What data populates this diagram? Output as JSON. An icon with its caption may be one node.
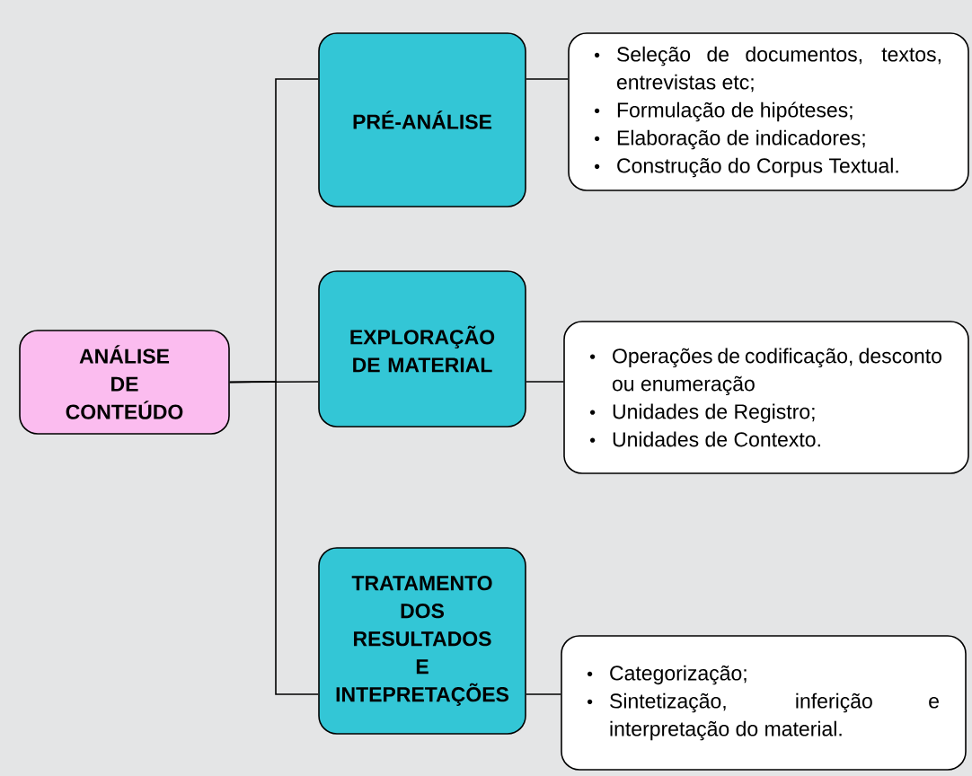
{
  "diagram": {
    "nodes": [
      {
        "text": [
          "ANÁLISE DE CONTEÚDO"
        ]
      },
      {
        "text": [
          "PRÉ-ANÁLISE"
        ]
      },
      {
        "text": [
          "Seleção de documentos, textos, entrevistas etc;",
          "Formulação de hipóteses;",
          "Elaboração de indicadores;",
          "Construção do Corpus Textual."
        ]
      },
      {
        "text": [
          "EXPLORAÇÃO DE MATERIAL"
        ]
      },
      {
        "text": [
          "Operações de codificação, desconto ou enumeração",
          "Unidades de Registro;",
          "Unidades de Contexto."
        ]
      },
      {
        "text": [
          "TRATAMENTO DOS RESULTADOS E INTEPRETAÇÕES"
        ]
      },
      {
        "text": [
          "Categorização;",
          "Sintetização, inferição e interpretação do material."
        ]
      }
    ],
    "edges": [
      {
        "from": 0,
        "to": 1,
        "arrow": "none"
      },
      {
        "from": 0,
        "to": 3,
        "arrow": "none"
      },
      {
        "from": 0,
        "to": 5,
        "arrow": "none"
      },
      {
        "from": 1,
        "to": 2,
        "arrow": "none"
      },
      {
        "from": 3,
        "to": 4,
        "arrow": "none"
      },
      {
        "from": 5,
        "to": 6,
        "arrow": "none"
      }
    ]
  }
}
